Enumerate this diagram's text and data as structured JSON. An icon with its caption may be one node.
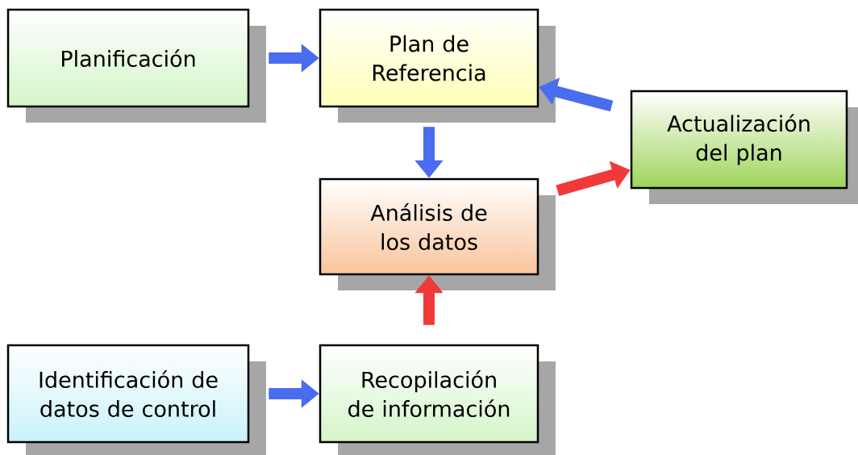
{
  "diagram": {
    "nodes": [
      {
        "text": [
          "Planificación"
        ]
      },
      {
        "text": [
          "Plan de Referencia"
        ]
      },
      {
        "text": [
          "Actualización del plan"
        ]
      },
      {
        "text": [
          "Análisis de los datos"
        ]
      },
      {
        "text": [
          "Identificación de datos de control"
        ]
      },
      {
        "text": [
          "Recopilación de información"
        ]
      }
    ],
    "edges": [
      {
        "from": 0,
        "to": 1,
        "arrow": "to"
      },
      {
        "from": 1,
        "to": 3,
        "arrow": "to"
      },
      {
        "from": 2,
        "to": 1,
        "arrow": "to"
      },
      {
        "from": 3,
        "to": 2,
        "arrow": "to",
        "color": "#f03a3a"
      },
      {
        "from": 5,
        "to": 3,
        "arrow": "to",
        "color": "#f03a3a"
      },
      {
        "from": 4,
        "to": 5,
        "arrow": "to"
      }
    ]
  }
}
